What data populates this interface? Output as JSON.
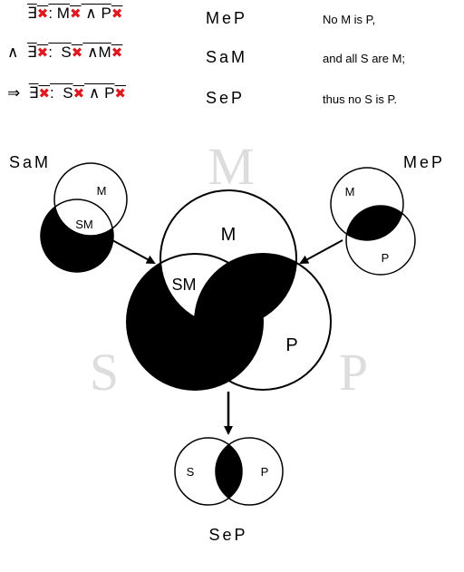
{
  "formulas": {
    "r1": {
      "prefix": "",
      "exists": "∃",
      "colon": ":",
      "t1": "M",
      "op": "∧",
      "t2": "P",
      "t2_negated": false
    },
    "r2": {
      "prefix": "∧",
      "exists": "∃",
      "colon": ":",
      "t1": "S",
      "op": "∧",
      "t2": "M",
      "t2_negated": true
    },
    "r3": {
      "prefix": "⇒",
      "exists": "∃",
      "colon": ":",
      "t1": "S",
      "op": "∧",
      "t2": "P",
      "t2_negated": false
    }
  },
  "cross_symbol": "✖",
  "codes": {
    "major": "MeP",
    "minor": "SaM",
    "conclusion": "SeP"
  },
  "glosses": {
    "major": "No M is P,",
    "minor": "and all S are M;",
    "conclusion": "thus no S is P."
  },
  "diagram_labels": {
    "saM_title": "SaM",
    "meP_title": "MeP",
    "seP_title": "SeP",
    "watermark_M": "M",
    "watermark_S": "S",
    "watermark_P": "P",
    "small_left_M": "M",
    "small_left_SM": "SM",
    "small_right_M": "M",
    "small_right_P": "P",
    "big_M": "M",
    "big_SM": "SM",
    "big_P": "P",
    "bottom_S": "S",
    "bottom_P": "P"
  },
  "colors": {
    "fill": "#000000",
    "stroke": "#000000",
    "background": "#ffffff",
    "cross": "#e0191e",
    "watermark": "#dddddd"
  }
}
